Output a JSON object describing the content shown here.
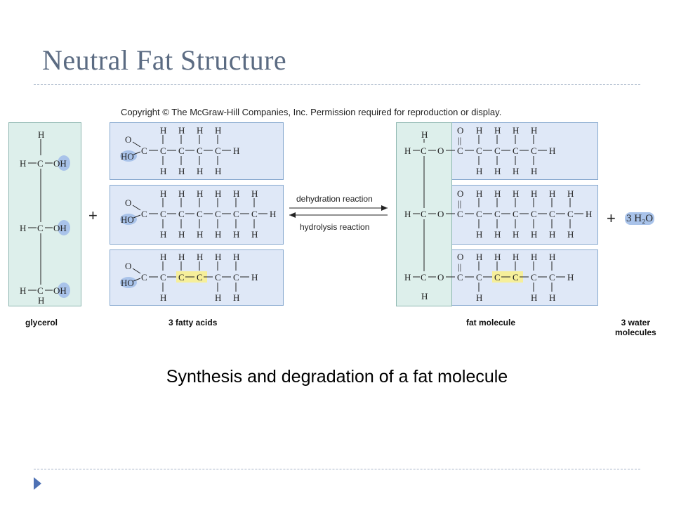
{
  "slide": {
    "title": "Neutral Fat Structure",
    "caption": "Synthesis and degradation of a fat molecule",
    "copyright": "Copyright © The McGraw-Hill Companies, Inc. Permission required for reproduction or display."
  },
  "reaction": {
    "forward_label": "dehydration reaction",
    "reverse_label": "hydrolysis reaction",
    "plus": "+",
    "water_formula": "3 H₂O"
  },
  "labels": {
    "glycerol": "glycerol",
    "fatty_acids": "3 fatty acids",
    "fat_molecule": "fat molecule",
    "water_line1": "3 water",
    "water_line2": "molecules"
  },
  "atoms": {
    "H": "H",
    "C": "C",
    "O": "O",
    "OH": "OH",
    "HO": "HO",
    "C_double_C": "C=C",
    "double_bond": "||",
    "single_bond": "|"
  },
  "colors": {
    "title": "#5b6b82",
    "divider": "#a6b4c8",
    "bullet": "#4e71b4",
    "acid_box": "#dfe8f7",
    "glycerol_box": "#ddefeb",
    "oh_highlight": "#a9c3ea",
    "double_bond_highlight": "#f6ef9a"
  }
}
